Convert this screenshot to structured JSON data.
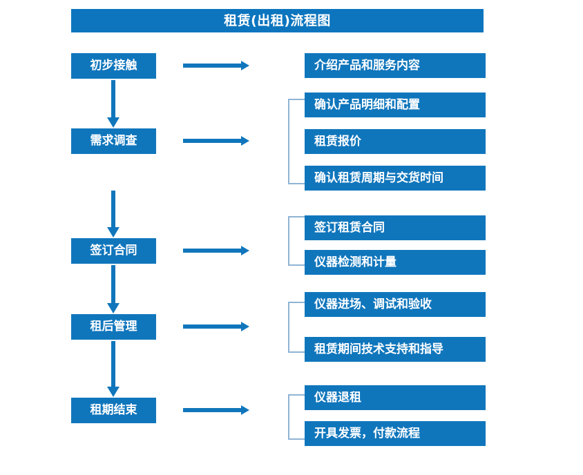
{
  "diagram": {
    "title": "租赁(出租)流程图",
    "colors": {
      "title_bar": "#0C75BE",
      "box": "#1076BC",
      "arrow": "#1076BC",
      "bracket": "#8FB4D4",
      "text": "#FFFFFF",
      "background": "#FFFFFF"
    },
    "stages": [
      {
        "label": "初步接触"
      },
      {
        "label": "需求调查"
      },
      {
        "label": "签订合同"
      },
      {
        "label": "租后管理"
      },
      {
        "label": "租期结束"
      }
    ],
    "details": [
      {
        "label": "介绍产品和服务内容"
      },
      {
        "label": "确认产品明细和配置"
      },
      {
        "label": "租赁报价"
      },
      {
        "label": "确认租赁周期与交货时间"
      },
      {
        "label": "签订租赁合同"
      },
      {
        "label": "仪器检测和计量"
      },
      {
        "label": "仪器进场、调试和验收"
      },
      {
        "label": "租赁期间技术支持和指导"
      },
      {
        "label": "仪器退租"
      },
      {
        "label": "开具发票，付款流程"
      }
    ],
    "icons": {
      "right_arrow": "right-arrow-icon",
      "down_arrow": "down-arrow-icon",
      "bracket": "group-bracket-icon"
    }
  }
}
